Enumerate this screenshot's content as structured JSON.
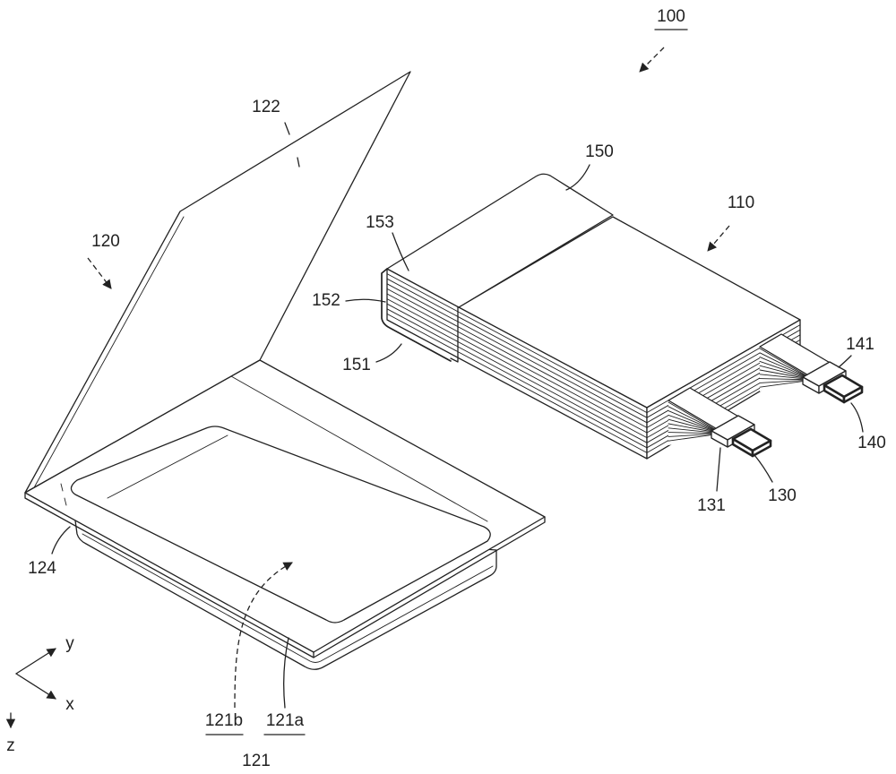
{
  "figure": {
    "reference_numerals": {
      "n100": "100",
      "n110": "110",
      "n120": "120",
      "n121": "121",
      "n121a": "121a",
      "n121b": "121b",
      "n122": "122",
      "n124": "124",
      "n130": "130",
      "n131": "131",
      "n140": "140",
      "n141": "141",
      "n150": "150",
      "n151": "151",
      "n152": "152",
      "n153": "153"
    },
    "axes": {
      "x": "x",
      "y": "y",
      "z": "z"
    }
  },
  "colors": {
    "line": "#222222",
    "background": "#ffffff"
  }
}
